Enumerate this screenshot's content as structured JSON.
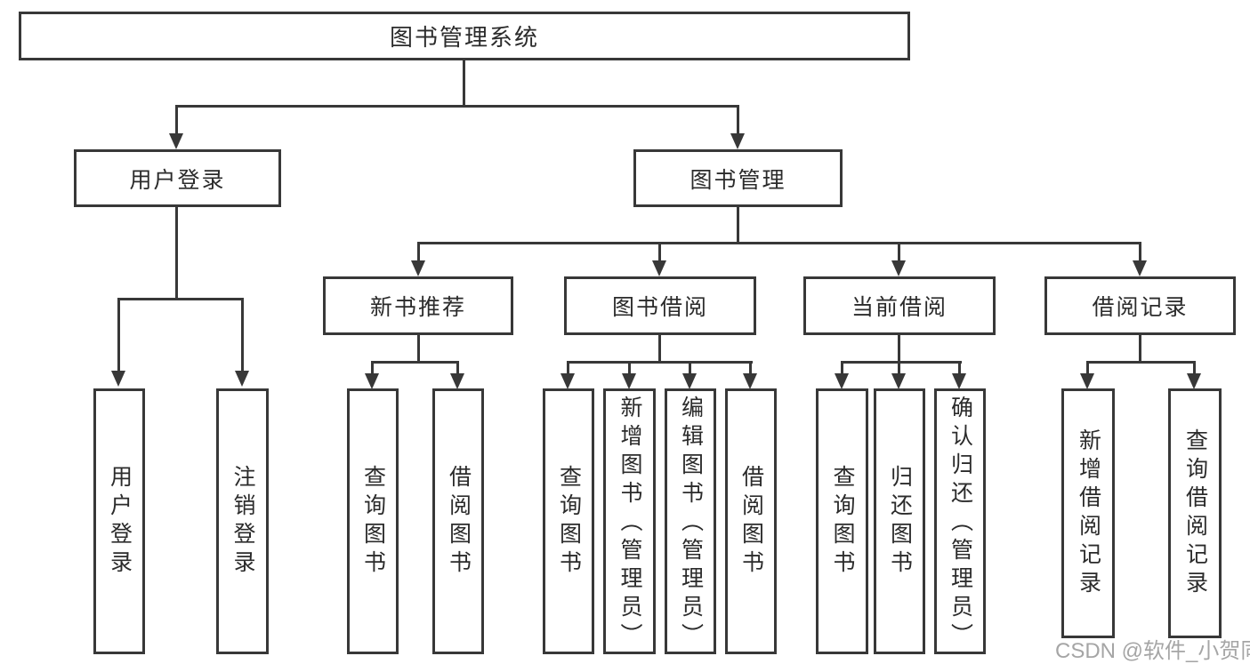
{
  "diagram": {
    "root": "图书管理系统",
    "level2": [
      "用户登录",
      "图书管理"
    ],
    "level3": [
      "新书推荐",
      "图书借阅",
      "当前借阅",
      "借阅记录"
    ],
    "leaves": [
      "用户登录",
      "注销登录",
      "查询图书",
      "借阅图书",
      "查询图书",
      "新增图书（管理员）",
      "编辑图书（管理员）",
      "借阅图书",
      "查询图书",
      "归还图书",
      "确认归还（管理员）",
      "新增借阅记录",
      "查询借阅记录"
    ]
  },
  "watermark": "CSDN @软件_小贺同学",
  "colors": {
    "line": "#383838",
    "text": "#2b2b2b",
    "watermark": "#9c9c9c"
  }
}
